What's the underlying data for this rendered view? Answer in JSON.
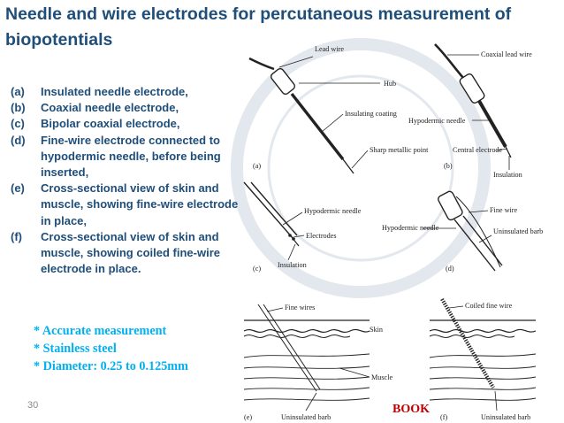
{
  "slide": {
    "title": "Needle and wire electrodes for percutaneous measurement of biopotentials",
    "page_number": "30",
    "book_label": "BOOK",
    "items": [
      {
        "label": "(a)",
        "text": "Insulated needle electrode,"
      },
      {
        "label": "(b)",
        "text": "Coaxial needle electrode,"
      },
      {
        "label": "(c)",
        "text": "Bipolar coaxial electrode,"
      },
      {
        "label": "(d)",
        "text": "Fine-wire electrode connected to hypodermic needle, before being inserted,"
      },
      {
        "label": "(e)",
        "text": "Cross-sectional view of skin and muscle, showing fine-wire electrode in place,"
      },
      {
        "label": "(f)",
        "text": "Cross-sectional view of skin and muscle, showing coiled fine-wire electrode in place."
      }
    ],
    "notes": [
      "* Accurate measurement",
      "* Stainless steel",
      "* Diameter: 0.25 to 0.125mm"
    ]
  },
  "figure": {
    "a": {
      "panel": "(a)",
      "lead_wire": "Lead wire",
      "hub": "Hub",
      "insulating_coating": "Insulating coating",
      "sharp_point": "Sharp metallic point"
    },
    "b": {
      "panel": "(b)",
      "coaxial_lead_wire": "Coaxial lead wire",
      "hypodermic_needle": "Hypodermic needle",
      "central_electrode": "Central electrode",
      "insulation": "Insulation"
    },
    "c": {
      "panel": "(c)",
      "hypodermic_needle": "Hypodermic needle",
      "electrodes": "Electrodes",
      "insulation": "Insulation"
    },
    "d": {
      "panel": "(d)",
      "fine_wire": "Fine wire",
      "hypodermic_needle": "Hypodermic needle",
      "uninsulated_barb": "Uninsulated barb"
    },
    "e": {
      "panel": "(e)",
      "fine_wires": "Fine wires",
      "skin": "Skin",
      "muscle": "Muscle",
      "uninsulated_barb": "Uninsulated barb"
    },
    "f": {
      "panel": "(f)",
      "coiled_fine_wire": "Coiled fine wire",
      "uninsulated_barb": "Uninsulated barb"
    }
  }
}
